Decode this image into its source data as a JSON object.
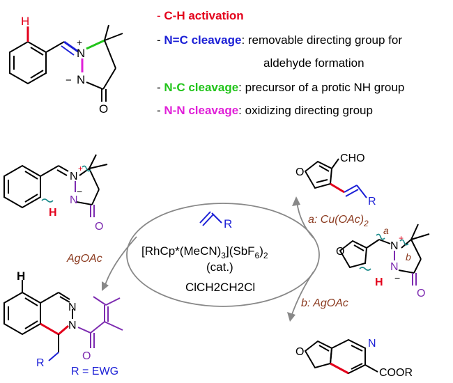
{
  "bullets": [
    {
      "dash": "- ",
      "key": "C-H activation",
      "rest": "",
      "color": "#e3001b"
    },
    {
      "dash": "- ",
      "key": "N=C cleavage",
      "rest": ": removable directing group for",
      "color": "#1b1fd6"
    },
    {
      "dash": "",
      "key": "",
      "rest": "aldehyde formation",
      "color": "#000000"
    },
    {
      "dash": "- ",
      "key": "N-C cleavage",
      "rest": ": precursor of a protic NH group",
      "color": "#22c41b"
    },
    {
      "dash": "- ",
      "key": "N-N cleavage",
      "rest": ": oxidizing directing group",
      "color": "#e020d8"
    }
  ],
  "colors": {
    "red": "#e3001b",
    "blue": "#1b1fd6",
    "green": "#22c41b",
    "magenta": "#e020d8",
    "purple": "#7d2bb0",
    "teal": "#1a8a8a",
    "brown": "#8b3a1f",
    "grey": "#888888"
  },
  "center": {
    "alkene_R": "R",
    "catalyst": "[RhCp*(MeCN)",
    "catalyst_sub1": "3",
    "catalyst_mid": "](SbF",
    "catalyst_sub2": "6",
    "catalyst_end": ")",
    "catalyst_sub3": "2",
    "cat_note": "(cat.)",
    "solvent": "ClCH2CH2Cl"
  },
  "arrows": {
    "left_label": "AgOAc",
    "top_right_label": "a: Cu(OAc)",
    "top_right_sub": "2",
    "bottom_right_label": "b: AgOAc"
  },
  "atoms": {
    "H": "H",
    "N": "N",
    "O": "O",
    "plus": "+",
    "minus": "−",
    "CHO": "CHO",
    "R": "R",
    "COOR": "COOR",
    "a": "a",
    "b": "b",
    "R_EWG": "R = EWG"
  }
}
